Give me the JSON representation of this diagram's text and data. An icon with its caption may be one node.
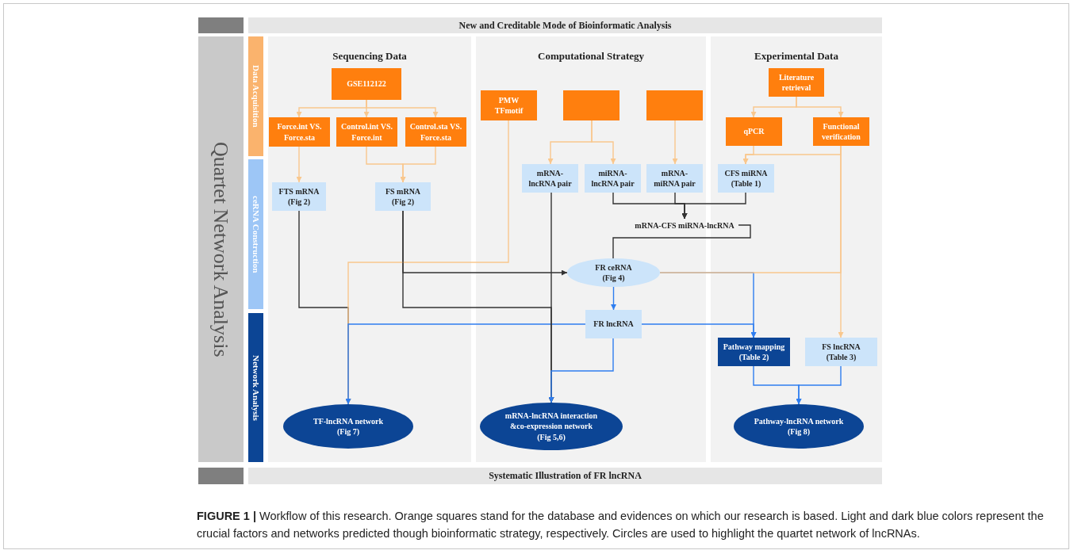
{
  "diagram": {
    "caption": "**FIGURE 1 |** Workflow of this research. Orange squares stand for the database and evidences on which our research is based. Light and dark blue colors represent the crucial factors and networks predicted though bioinformatic strategy, respectively. Circles are used to highlight the quartet network of lncRNAs.",
    "nodes": [
      {
        "text": [],
        "shape": "box"
      },
      {
        "text": [
          "New and Creditable Mode of Bioinformatic Analysis"
        ]
      },
      {
        "text": [
          "Quartet Network Analysis"
        ]
      },
      {
        "text": [
          "Data Acquisition"
        ]
      },
      {
        "text": [
          "ceRNA Construction"
        ]
      },
      {
        "text": [
          "Network Analysis"
        ]
      },
      {
        "text": [
          "Sequencing Data"
        ]
      },
      {
        "text": [
          "GSE112122"
        ],
        "in": 6
      },
      {
        "text": [
          "Force.int VS. Force.sta"
        ],
        "in": 6
      },
      {
        "text": [
          "Control.int VS. Force.int"
        ],
        "in": 6
      },
      {
        "text": [
          "Control.sta VS. Force.sta"
        ],
        "in": 6
      },
      {
        "text": [
          "FTS mRNA",
          "(Fig 2)"
        ],
        "in": 6
      },
      {
        "text": [
          "FS mRNA",
          "(Fig 2)"
        ],
        "in": 6
      },
      {
        "text": [
          "TF-lncRNA network",
          "(Fig 7)"
        ],
        "in": 6
      },
      {
        "text": [
          "Computational Strategy"
        ]
      },
      {
        "text": [
          "PMW TFmotif"
        ],
        "in": 14
      },
      {
        "text": [],
        "shape": "box",
        "in": 14
      },
      {
        "text": [],
        "shape": "box",
        "in": 14
      },
      {
        "text": [
          "mRNA-lncRNA pair"
        ],
        "in": 14
      },
      {
        "text": [
          "miRNA-lncRNA pair"
        ],
        "in": 14
      },
      {
        "text": [
          "mRNA-miRNA pair"
        ],
        "in": 14
      },
      {
        "text": [
          "mRNA-CFS miRNA-lncRNA"
        ]
      },
      {
        "text": [
          "FR ceRNA",
          "(Fig 4)"
        ],
        "in": 14
      },
      {
        "text": [
          "FR lncRNA"
        ],
        "in": 14
      },
      {
        "text": [
          "mRNA-lncRNA interaction &co-expression network",
          "(Fig 5,6)"
        ],
        "in": 14
      },
      {
        "text": [
          "Experimental Data"
        ]
      },
      {
        "text": [
          "Literature retrieval"
        ],
        "in": 25
      },
      {
        "text": [
          "qPCR"
        ],
        "in": 25
      },
      {
        "text": [
          "Functional verification"
        ],
        "in": 25
      },
      {
        "text": [
          "CFS miRNA",
          "(Table 1)"
        ],
        "in": 25
      },
      {
        "text": [
          "Pathway mapping",
          "(Table 2)"
        ],
        "in": 25
      },
      {
        "text": [
          "FS lncRNA",
          "(Table 3)"
        ],
        "in": 25
      },
      {
        "text": [
          "Pathway-lncRNA network",
          "(Fig 8)"
        ],
        "in": 25
      },
      {
        "text": [],
        "shape": "box"
      },
      {
        "text": [
          "Systematic Illustration of FR lncRNA"
        ]
      }
    ],
    "edges": [
      {
        "from": 7,
        "to": 8,
        "arrow": "to"
      },
      {
        "from": 7,
        "to": 9,
        "arrow": "to"
      },
      {
        "from": 7,
        "to": 10,
        "arrow": "to"
      },
      {
        "from": 8,
        "to": 11,
        "arrow": "to"
      },
      {
        "from": 9,
        "to": 12,
        "arrow": "to"
      },
      {
        "from": 10,
        "to": 12,
        "arrow": "to"
      },
      {
        "from": 16,
        "to": 18,
        "arrow": "to"
      },
      {
        "from": 16,
        "to": 19,
        "arrow": "to"
      },
      {
        "from": 17,
        "to": 20,
        "arrow": "to"
      },
      {
        "from": 26,
        "to": 27,
        "arrow": "to"
      },
      {
        "from": 26,
        "to": 28,
        "arrow": "to"
      },
      {
        "from": 27,
        "to": 29,
        "arrow": "to"
      },
      {
        "from": 28,
        "to": 29,
        "arrow": "to"
      },
      {
        "from": 28,
        "to": 31,
        "arrow": "to"
      },
      {
        "from": 19,
        "to": 21,
        "arrow": "to",
        "color": "#333333"
      },
      {
        "from": 20,
        "to": 21,
        "arrow": "to",
        "color": "#333333"
      },
      {
        "from": 29,
        "to": 21,
        "arrow": "to",
        "color": "#333333"
      },
      {
        "from": 21,
        "to": 22,
        "arrow": "none",
        "color": "#333333"
      },
      {
        "from": 12,
        "to": 22,
        "arrow": "to",
        "color": "#333333"
      },
      {
        "from": 11,
        "to": 13,
        "arrow": "to",
        "color": "#333333"
      },
      {
        "from": 15,
        "to": 13,
        "arrow": "to"
      },
      {
        "from": 23,
        "to": 13,
        "arrow": "to",
        "color": "#2f7ef0"
      },
      {
        "from": 18,
        "to": 24,
        "arrow": "to",
        "color": "#333333"
      },
      {
        "from": 12,
        "to": 24,
        "arrow": "to",
        "color": "#333333"
      },
      {
        "from": 23,
        "to": 24,
        "arrow": "to",
        "color": "#2f7ef0"
      },
      {
        "from": 22,
        "to": 23,
        "arrow": "to",
        "color": "#2f7ef0"
      },
      {
        "from": 22,
        "to": 30,
        "arrow": "to",
        "color": "#2f7ef0"
      },
      {
        "from": 23,
        "to": 30,
        "arrow": "to",
        "color": "#2f7ef0"
      },
      {
        "from": 28,
        "to": 22,
        "arrow": "none"
      },
      {
        "from": 30,
        "to": 32,
        "arrow": "to",
        "color": "#2f7ef0"
      },
      {
        "from": 31,
        "to": 32,
        "arrow": "to",
        "color": "#2f7ef0"
      }
    ]
  }
}
